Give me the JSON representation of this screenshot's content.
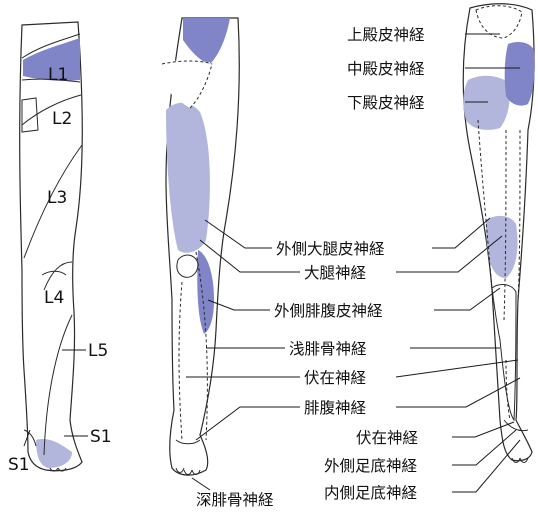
{
  "colors": {
    "light": "#e4e5f3",
    "medium": "#b3b6dc",
    "dark": "#7f85c6",
    "line": "#2a2a2a"
  },
  "dermatomes": {
    "L1": "L1",
    "L2": "L2",
    "L3": "L3",
    "L4": "L4",
    "L5": "L5",
    "S1_medial": "S1",
    "S1_lateral": "S1"
  },
  "nerves": {
    "superior_cluneal": "上殿皮神経",
    "middle_cluneal": "中殿皮神経",
    "inferior_cluneal": "下殿皮神経",
    "lateral_femoral_cutaneous": "外側大腿皮神経",
    "femoral": "大腿神経",
    "lateral_sural_cutaneous": "外側腓腹皮神経",
    "superficial_peroneal": "浅腓骨神経",
    "saphenous": "伏在神経",
    "sural": "腓腹神経",
    "saphenous_foot": "伏在神経",
    "lateral_plantar": "外側足底神経",
    "medial_plantar": "内側足底神経",
    "deep_peroneal": "深腓骨神経"
  }
}
